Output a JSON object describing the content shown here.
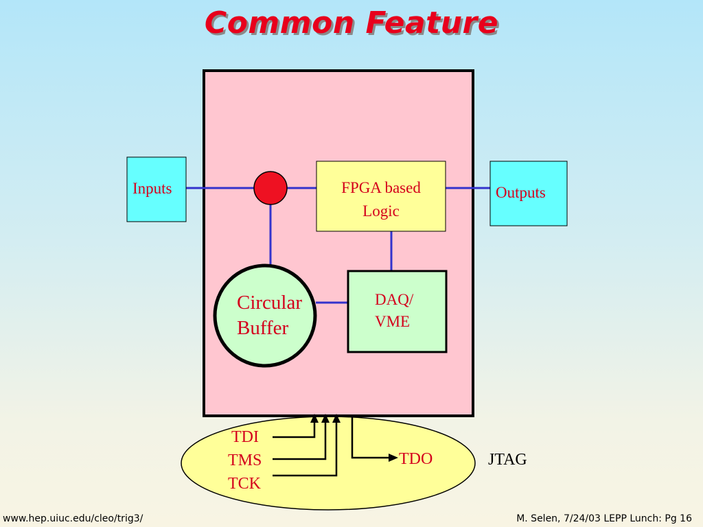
{
  "slide": {
    "title": "Common Feature",
    "footer_left": "www.hep.uiuc.edu/cleo/trig3/",
    "footer_right": "M. Selen, 7/24/03 LEPP Lunch: Pg 16"
  },
  "diagram": {
    "inputs": "Inputs",
    "outputs": "Outputs",
    "fpga_line1": "FPGA based",
    "fpga_line2": "Logic",
    "buffer_line1": "Circular",
    "buffer_line2": "Buffer",
    "daq_line1": "DAQ/",
    "daq_line2": "VME",
    "tdi": "TDI",
    "tms": "TMS",
    "tck": "TCK",
    "tdo": "TDO",
    "jtag": "JTAG"
  },
  "colors": {
    "title": "#e8001c",
    "label": "#d4001c",
    "board": "#ffc6d0",
    "io_box": "#66ffff",
    "fpga_box": "#ffff99",
    "green_box": "#ccffcc",
    "jtag_ellipse": "#ffff99",
    "wire": "#3333cc",
    "junction": "#ee1122"
  }
}
